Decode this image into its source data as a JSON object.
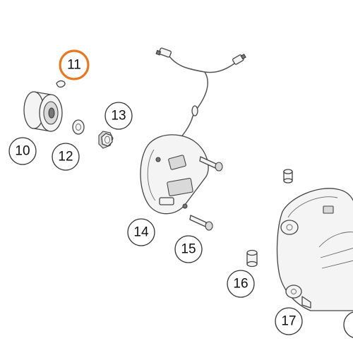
{
  "callouts": [
    {
      "id": "11",
      "label": "11",
      "highlighted": true
    },
    {
      "id": "10",
      "label": "10",
      "highlighted": false
    },
    {
      "id": "12",
      "label": "12",
      "highlighted": false
    },
    {
      "id": "13",
      "label": "13",
      "highlighted": false
    },
    {
      "id": "14",
      "label": "14",
      "highlighted": false
    },
    {
      "id": "15",
      "label": "15",
      "highlighted": false
    },
    {
      "id": "16",
      "label": "16",
      "highlighted": false
    },
    {
      "id": "17",
      "label": "17",
      "highlighted": false
    }
  ],
  "colors": {
    "highlight": "#e87722",
    "line": "#444444",
    "background": "#ffffff"
  }
}
